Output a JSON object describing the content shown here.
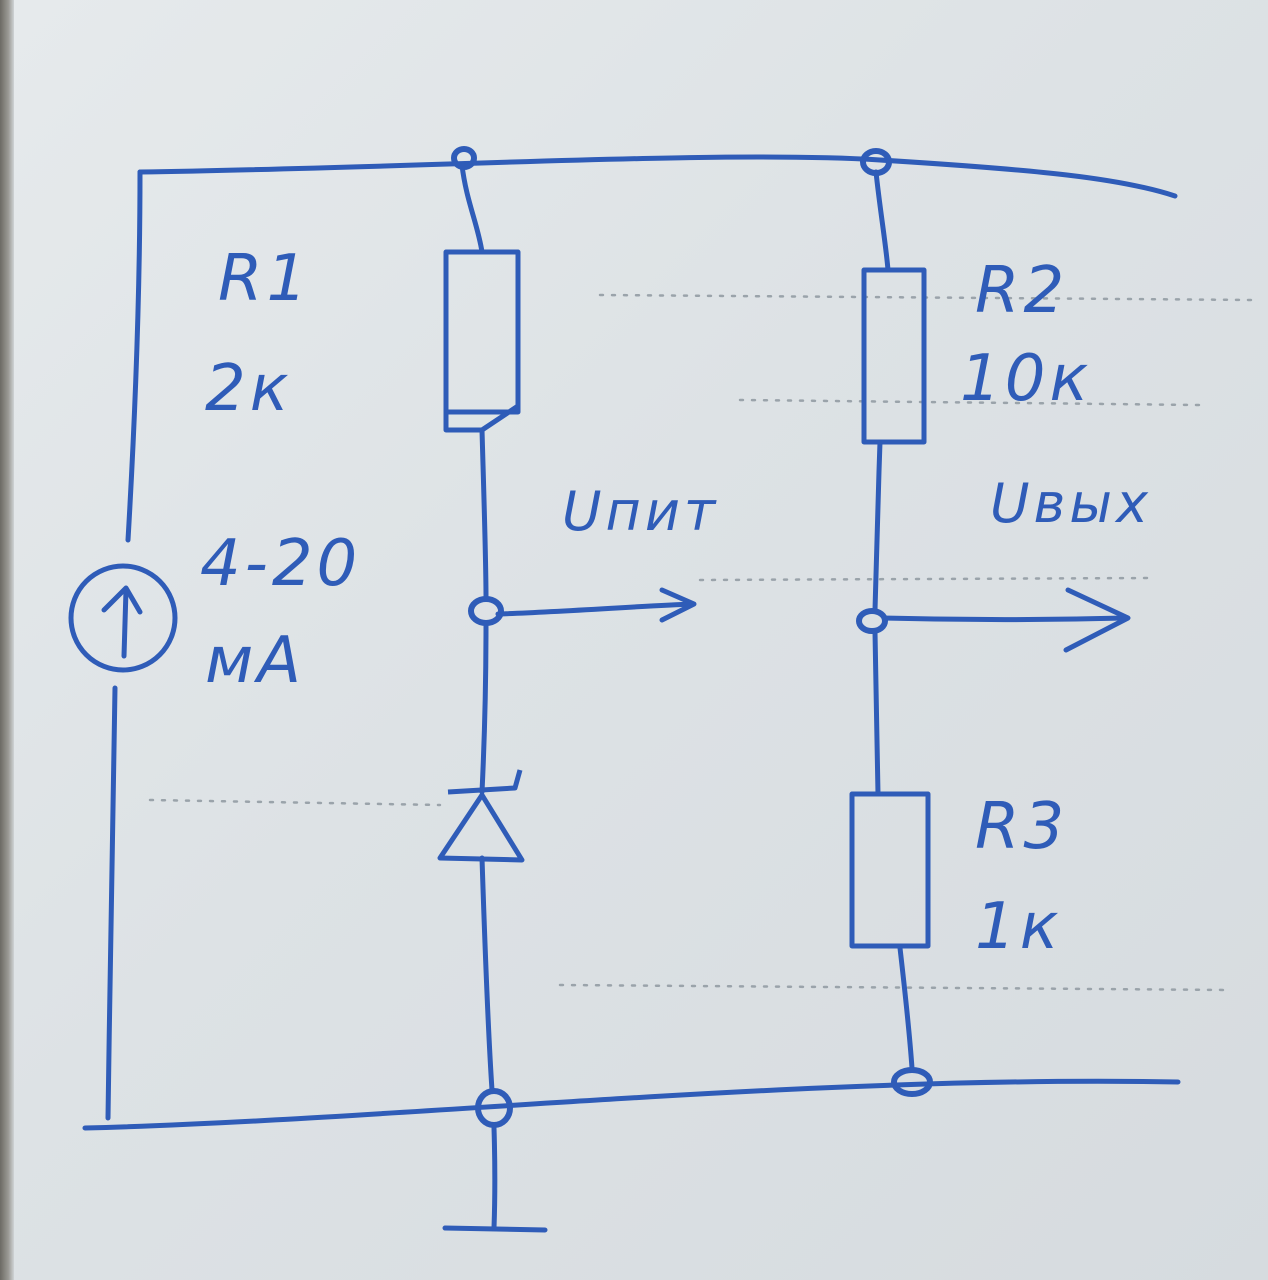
{
  "colors": {
    "ink": "#2f5cb8",
    "paper": "#e3e7ea"
  },
  "icons": {
    "source": "current-source-arrow-icon",
    "ground": "ground-icon",
    "zener": "zener-diode-icon"
  },
  "components": {
    "r1": {
      "name": "R1",
      "value": "2к"
    },
    "r2": {
      "name": "R2",
      "value": "10к"
    },
    "r3": {
      "name": "R3",
      "value": "1к"
    },
    "source": {
      "range": "4-20",
      "unit": "мА"
    }
  },
  "outputs": {
    "supply": "Uпит",
    "out": "Uвых"
  }
}
